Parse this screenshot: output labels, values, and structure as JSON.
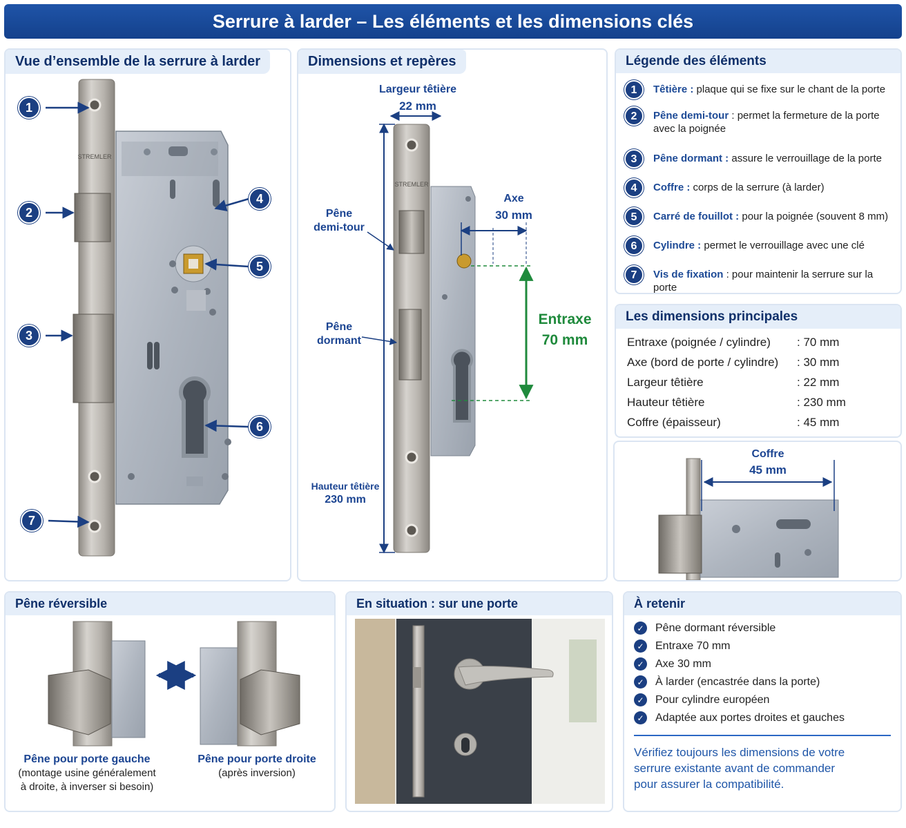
{
  "title": "Serrure à larder – Les éléments et les dimensions clés",
  "overview": {
    "title": "Vue d’ensemble de la serrure à larder",
    "brand": "STREMLER",
    "markers": [
      "1",
      "2",
      "3",
      "4",
      "5",
      "6",
      "7"
    ]
  },
  "dimensions": {
    "title": "Dimensions et repères",
    "brand": "STREMLER",
    "largeur_label": "Largeur têtière",
    "largeur_value": "22 mm",
    "axe_label": "Axe",
    "axe_value": "30 mm",
    "entraxe_label": "Entraxe",
    "entraxe_value": "70 mm",
    "pene_demi_tour": [
      "Pêne",
      "demi-tour"
    ],
    "pene_dormant": [
      "Pêne",
      "dormant"
    ],
    "hauteur_label": "Hauteur têtière",
    "hauteur_value": "230 mm"
  },
  "legend": {
    "title": "Légende des éléments",
    "items": [
      {
        "n": "1",
        "name": "Têtière :",
        "desc": " plaque qui se fixe sur le chant de la porte"
      },
      {
        "n": "2",
        "name": "Pêne demi-tour",
        "desc": " : permet la fermeture de la porte avec la poignée"
      },
      {
        "n": "3",
        "name": "Pêne dormant :",
        "desc": " assure le verrouillage de la porte"
      },
      {
        "n": "4",
        "name": "Coffre :",
        "desc": " corps de la serrure (à larder)"
      },
      {
        "n": "5",
        "name": "Carré de fouillot :",
        "desc": " pour la poignée (souvent 8 mm)"
      },
      {
        "n": "6",
        "name": "Cylindre :",
        "desc": " permet le verrouillage avec une clé"
      },
      {
        "n": "7",
        "name": "Vis de fixation",
        "desc": " : pour maintenir la serrure sur la porte"
      }
    ]
  },
  "main_dims": {
    "title": "Les dimensions principales",
    "rows": [
      {
        "label": "Entraxe (poignée / cylindre)",
        "value": ": 70 mm"
      },
      {
        "label": "Axe (bord de porte / cylindre)",
        "value": ": 30 mm"
      },
      {
        "label": "Largeur têtière",
        "value": ": 22 mm"
      },
      {
        "label": "Hauteur têtière",
        "value": ": 230 mm"
      },
      {
        "label": "Coffre (épaisseur)",
        "value": ": 45 mm"
      }
    ]
  },
  "coffre": {
    "label": "Coffre",
    "value": "45 mm"
  },
  "reversible": {
    "title": "Pêne réversible",
    "left_title": "Pêne pour porte gauche",
    "left_desc": [
      "(montage usine généralement",
      "à droite, à inverser si besoin)"
    ],
    "right_title": "Pêne pour porte droite",
    "right_desc": "(après inversion)"
  },
  "situation": {
    "title": "En situation : sur une porte"
  },
  "retenir": {
    "title": "À retenir",
    "items": [
      "Pêne dormant réversible",
      "Entraxe 70 mm",
      "Axe 30 mm",
      "À larder (encastrée dans la porte)",
      "Pour cylindre européen",
      "Adaptée aux portes droites et gauches"
    ],
    "note": [
      "Vérifiez toujours les dimensions de votre",
      "serrure existante avant de commander",
      "pour assurer la compatibilité."
    ]
  },
  "colors": {
    "primary": "#1b3f82",
    "accent_green": "#1f8a3c",
    "panel_bg": "#e5eef9"
  }
}
